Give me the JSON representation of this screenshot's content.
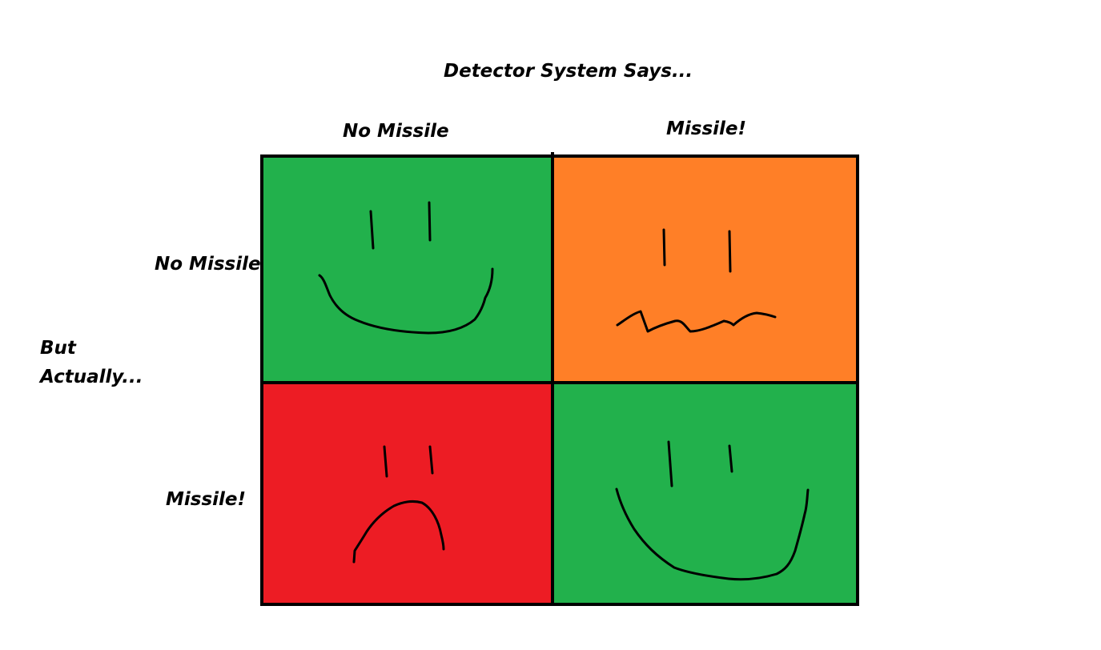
{
  "title": "Detector System Says...",
  "columns": [
    "No Missile",
    "Missile!"
  ],
  "rows": [
    "No Missile",
    "Missile!"
  ],
  "row_axis_label": [
    "But",
    "Actually..."
  ],
  "colors": {
    "correct": "#22b14c",
    "false_alarm": "#ff7f27",
    "missed": "#ed1c24",
    "border": "#000000"
  },
  "cells": [
    {
      "row": "No Missile",
      "col": "No Missile",
      "color": "#22b14c",
      "face": "smile-icon"
    },
    {
      "row": "No Missile",
      "col": "Missile!",
      "color": "#ff7f27",
      "face": "wavy-mouth-icon"
    },
    {
      "row": "Missile!",
      "col": "No Missile",
      "color": "#ed1c24",
      "face": "frown-icon"
    },
    {
      "row": "Missile!",
      "col": "Missile!",
      "color": "#22b14c",
      "face": "big-smile-icon"
    }
  ]
}
